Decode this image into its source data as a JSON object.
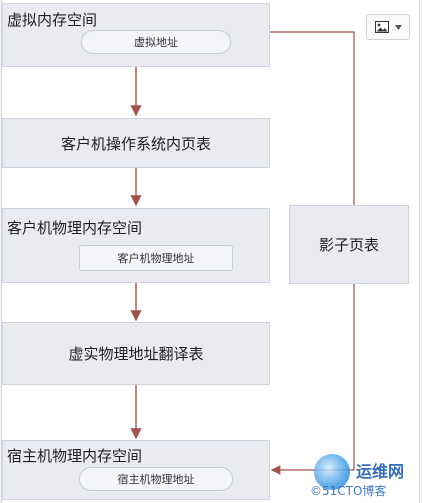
{
  "diagram": {
    "virtual_memory": {
      "title": "虚拟内存空间",
      "address": "虚拟地址"
    },
    "guest_page_table": {
      "label": "客户机操作系统内页表"
    },
    "guest_physical_memory": {
      "title": "客户机物理内存空间",
      "address": "客户机物理地址"
    },
    "shadow_page_table": {
      "label": "影子页表"
    },
    "translation_table": {
      "label": "虚实物理地址翻译表"
    },
    "host_physical_memory": {
      "title": "宿主机物理内存空间",
      "address": "宿主机物理地址"
    }
  },
  "toolbar": {
    "icon": "image-icon",
    "dropdown_icon": "caret-down-icon"
  },
  "watermark": {
    "line1": "运维网",
    "line2": "©51CTO博客"
  },
  "colors": {
    "box_fill": "#e9ebf0",
    "box_border": "#cfd3db",
    "arrow": "#a0524d",
    "line": "#a0524d"
  }
}
